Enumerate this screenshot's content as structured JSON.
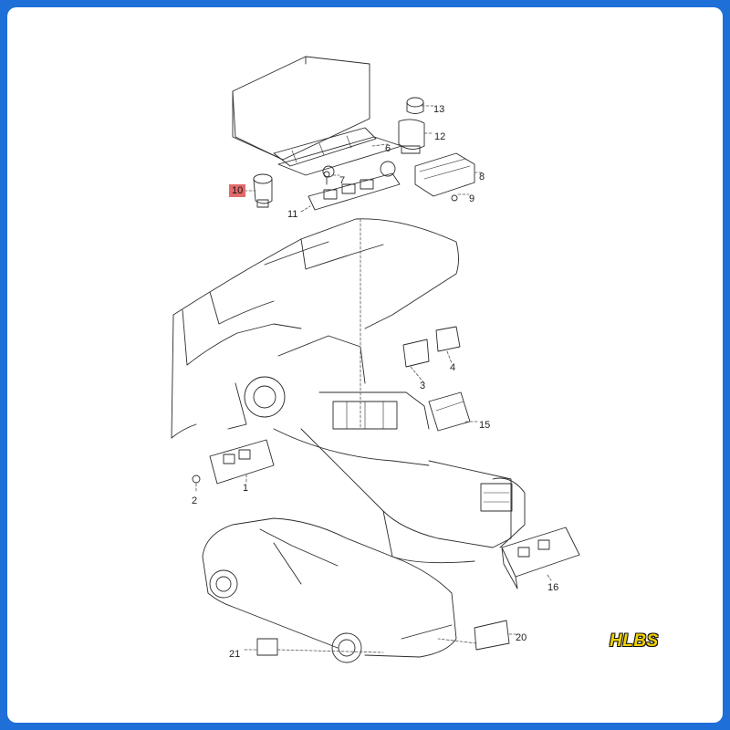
{
  "diagram": {
    "callouts": [
      {
        "id": "c1",
        "label": "1"
      },
      {
        "id": "c2",
        "label": "2"
      },
      {
        "id": "c3",
        "label": "3"
      },
      {
        "id": "c4",
        "label": "4"
      },
      {
        "id": "c6",
        "label": "6"
      },
      {
        "id": "c7",
        "label": "7"
      },
      {
        "id": "c8",
        "label": "8"
      },
      {
        "id": "c9",
        "label": "9"
      },
      {
        "id": "c10",
        "label": "10"
      },
      {
        "id": "c11",
        "label": "11"
      },
      {
        "id": "c12",
        "label": "12"
      },
      {
        "id": "c13",
        "label": "13"
      },
      {
        "id": "c15",
        "label": "15"
      },
      {
        "id": "c16",
        "label": "16"
      },
      {
        "id": "c20",
        "label": "20"
      },
      {
        "id": "c21",
        "label": "21"
      }
    ],
    "highlight_color": "#e36a6a"
  },
  "watermark": {
    "text": "HLBS",
    "color": "#f2d100"
  },
  "frame_color": "#1e6fd8"
}
